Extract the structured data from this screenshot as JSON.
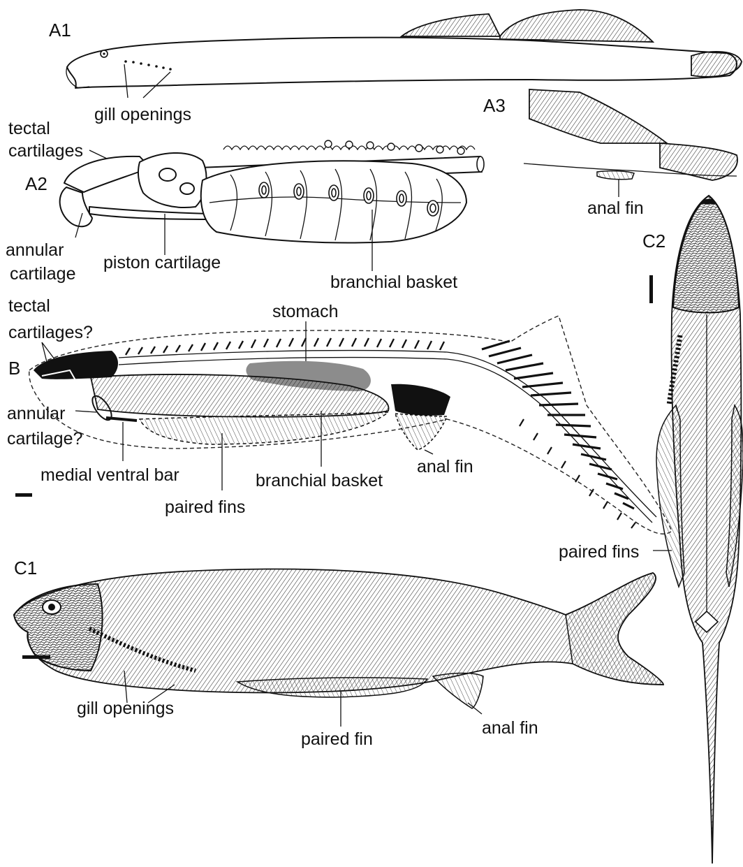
{
  "panels": {
    "a1": "A1",
    "a2": "A2",
    "a3": "A3",
    "b": "B",
    "c1": "C1",
    "c2": "C2"
  },
  "labels": {
    "a1_gill_openings": "gill openings",
    "a2_tectal_1": "tectal",
    "a2_tectal_2": "cartilages",
    "a2_annular_1": "annular",
    "a2_annular_2": "cartilage",
    "a2_piston": "piston cartilage",
    "a2_branchial": "branchial basket",
    "a3_anal_fin": "anal fin",
    "b_tectal_1": "tectal",
    "b_tectal_2": "cartilages?",
    "b_stomach": "stomach",
    "b_annular_1": "annular",
    "b_annular_2": "cartilage?",
    "b_medial": "medial ventral bar",
    "b_branchial": "branchial basket",
    "b_anal_fin": "anal fin",
    "b_paired_fins": "paired fins",
    "c2_paired_fins": "paired fins",
    "c1_gill_openings": "gill openings",
    "c1_paired_fin": "paired fin",
    "c1_anal_fin": "anal fin"
  },
  "colors": {
    "ink": "#111111",
    "stomach": "#8c8c8c",
    "background": "#ffffff"
  }
}
